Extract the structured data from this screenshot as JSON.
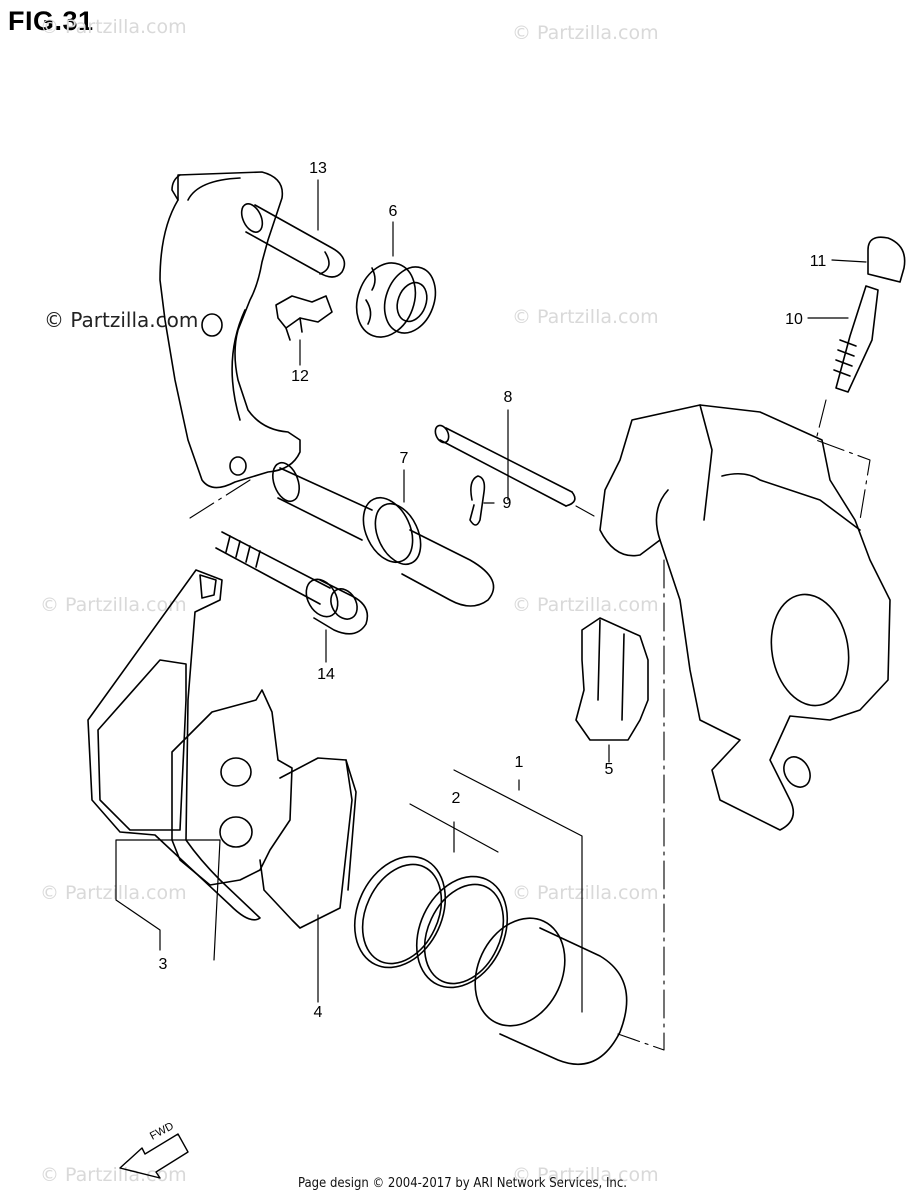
{
  "figure": {
    "title": "FIG.31"
  },
  "watermark": {
    "text": "© Partzilla.com",
    "dark_text": "© Partzilla.com"
  },
  "parts": [
    {
      "no": "1"
    },
    {
      "no": "2"
    },
    {
      "no": "3"
    },
    {
      "no": "4"
    },
    {
      "no": "5"
    },
    {
      "no": "6"
    },
    {
      "no": "7"
    },
    {
      "no": "8"
    },
    {
      "no": "9"
    },
    {
      "no": "10"
    },
    {
      "no": "11"
    },
    {
      "no": "12"
    },
    {
      "no": "13"
    },
    {
      "no": "14"
    }
  ],
  "direction": {
    "label": "FWD"
  },
  "footer": {
    "text": "Page design © 2004-2017 by ARI Network Services, Inc."
  }
}
